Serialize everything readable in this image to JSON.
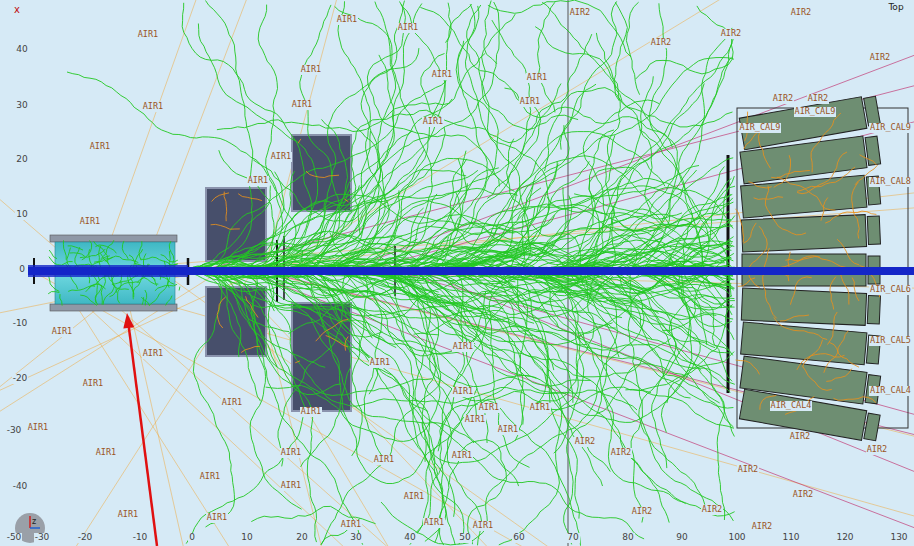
{
  "diagram": {
    "labels": [
      "x",
      "Top",
      "40",
      "30",
      "20",
      "10",
      "0",
      "-10",
      "-20",
      "-30",
      "-40",
      "-50",
      "-30",
      "-20",
      "-10",
      "0",
      "10",
      "20",
      "30",
      "40",
      "50",
      "60",
      "70",
      "80",
      "90",
      "100",
      "110",
      "120",
      "130",
      "z",
      "AIR1",
      "AIR1",
      "AIR1",
      "AIR1",
      "AIR1",
      "AIR1",
      "AIR1",
      "AIR1",
      "AIR1",
      "AIR1",
      "AIR1",
      "AIR1",
      "AIR1",
      "AIR1",
      "AIR1",
      "AIR1",
      "AIR1",
      "AIR1",
      "AIR1",
      "AIR1",
      "AIR1",
      "AIR1",
      "AIR1",
      "AIR1",
      "AIR1",
      "AIR1",
      "AIR1",
      "AIR1",
      "AIR1",
      "AIR1",
      "AIR1",
      "AIR1",
      "AIR1",
      "AIR1",
      "AIR1",
      "AIR1",
      "AIR1",
      "AIR1",
      "AIR1",
      "AIR2",
      "AIR2",
      "AIR2",
      "AIR2",
      "AIR2",
      "AIR2",
      "AIR2",
      "AIR2",
      "AIR2",
      "AIR2",
      "AIR2",
      "AIR2",
      "AIR2",
      "AIR2",
      "AIR2",
      "AIR2",
      "AIR_CAL9",
      "AIR_CAL9",
      "AIR_CAL9",
      "AIR_CAL8",
      "AIR_CAL6",
      "AIR_CAL5",
      "AIR_CAL4",
      "AIR_CAL4"
    ]
  }
}
